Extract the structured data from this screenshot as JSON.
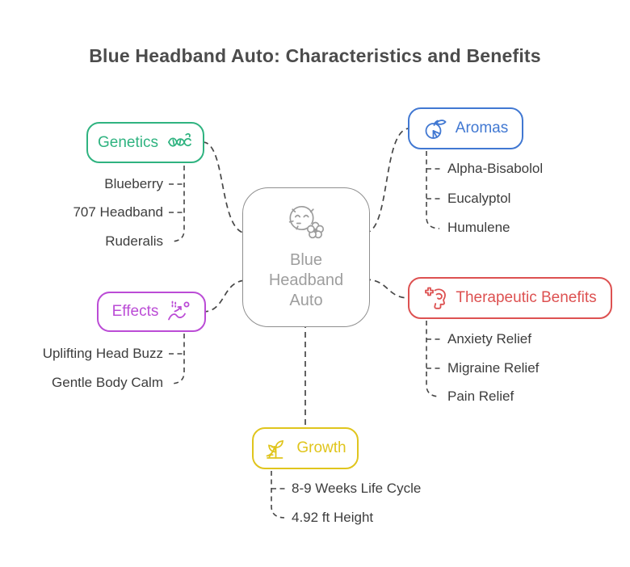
{
  "title": "Blue Headband Auto: Characteristics and Benefits",
  "center_node": {
    "label": "Blue Headband Auto",
    "label_lines": [
      "Blue",
      "Headband",
      "Auto"
    ],
    "icon": "relaxed-face-flower-icon",
    "border_color": "#8f8f8f",
    "text_color": "#9e9e9e"
  },
  "branches": [
    {
      "label": "Genetics",
      "icon": "dna-strand-icon",
      "color": "#2fb380",
      "items": [
        "Blueberry",
        "707 Headband",
        "Ruderalis"
      ]
    },
    {
      "label": "Aromas",
      "icon": "citrus-fruit-icon",
      "color": "#4178d2",
      "items": [
        "Alpha-Bisabolol",
        "Eucalyptol",
        "Humulene"
      ]
    },
    {
      "label": "Effects",
      "icon": "relaxing-person-icon",
      "color": "#bb4cd6",
      "items": [
        "Uplifting Head Buzz",
        "Gentle Body Calm"
      ]
    },
    {
      "label": "Therapeutic Benefits",
      "icon": "head-medical-cross-icon",
      "color": "#dd5151",
      "items": [
        "Anxiety Relief",
        "Migraine Relief",
        "Pain Relief"
      ]
    },
    {
      "label": "Growth",
      "icon": "sprouting-plant-icon",
      "color": "#e0c51d",
      "items": [
        "8-9 Weeks Life Cycle",
        "4.92 ft Height"
      ]
    }
  ],
  "connector_color": "#464646",
  "leaf_text_color": "#3d3d3d",
  "title_color": "#4c4c4c",
  "background_color": "#ffffff"
}
